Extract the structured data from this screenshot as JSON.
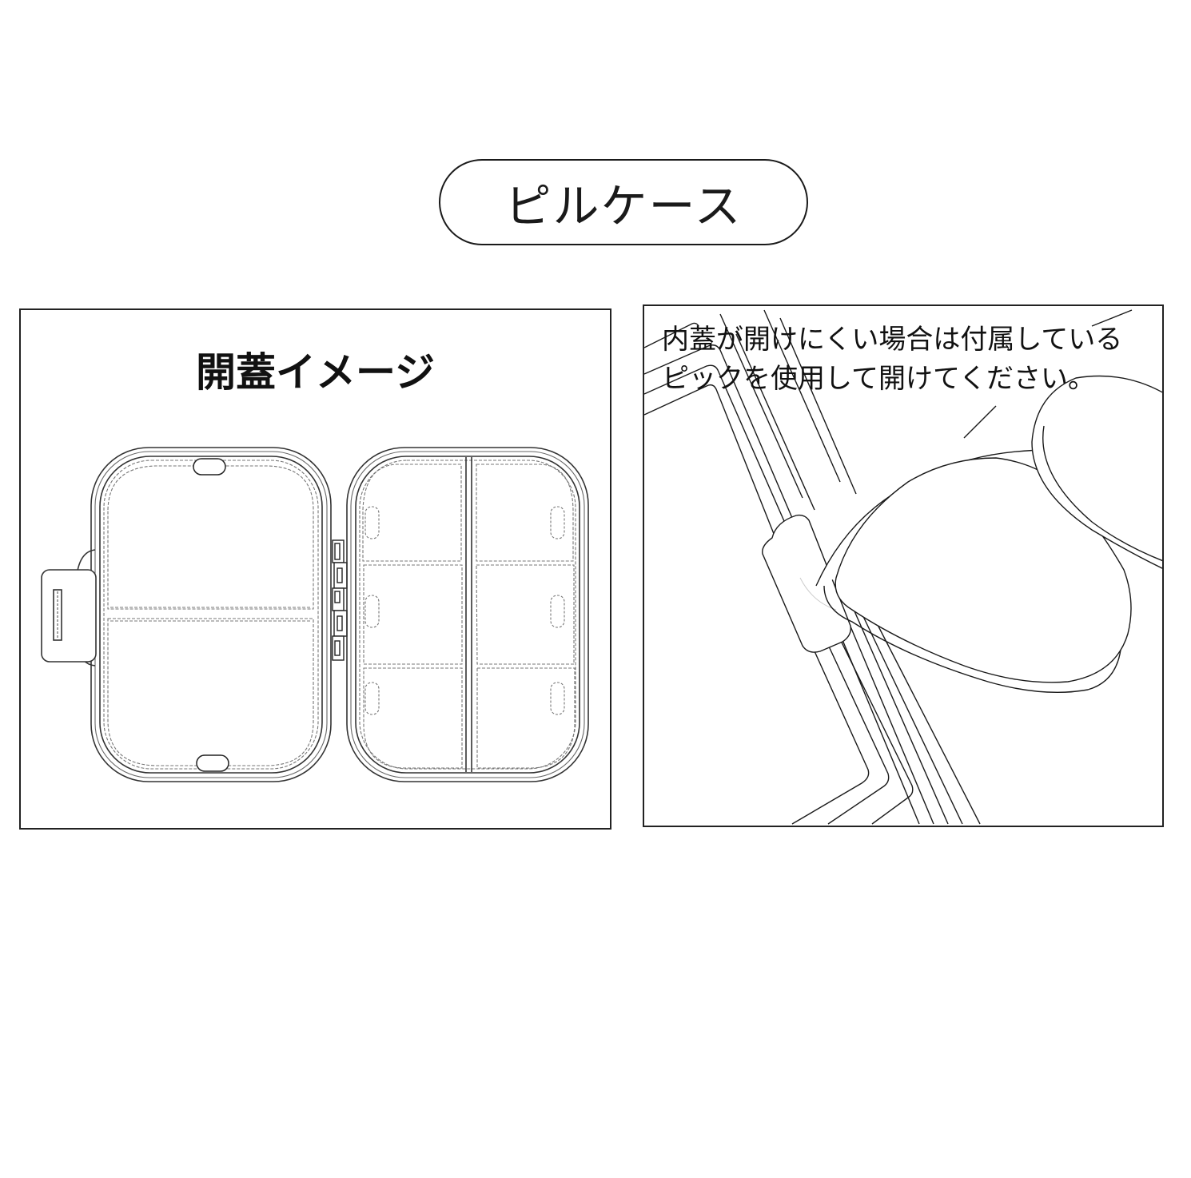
{
  "title": {
    "text": "ピルケース",
    "border_color": "#1a1a1a"
  },
  "panels": [
    {
      "id": "open-lid-image",
      "heading": "開蓋イメージ",
      "illustration": {
        "subject": "pill-case-open-top-view",
        "left_half": {
          "compartments": 2,
          "latch_tab": true,
          "finger_notches": 2
        },
        "right_half": {
          "compartments": 6,
          "columns": 2,
          "rows": 3,
          "finger_notches": 6
        },
        "hinge_segments": 5
      }
    },
    {
      "id": "inner-lid-instruction",
      "note_lines": [
        "内蓋が開けにくい場合は付属している",
        "ピックを使用して開けてください。"
      ],
      "illustration": {
        "subject": "finger-using-pick-to-open-inner-lid"
      }
    }
  ],
  "colors": {
    "line": "#1a1a1a",
    "background": "#ffffff",
    "dashed_line": "#555555"
  }
}
